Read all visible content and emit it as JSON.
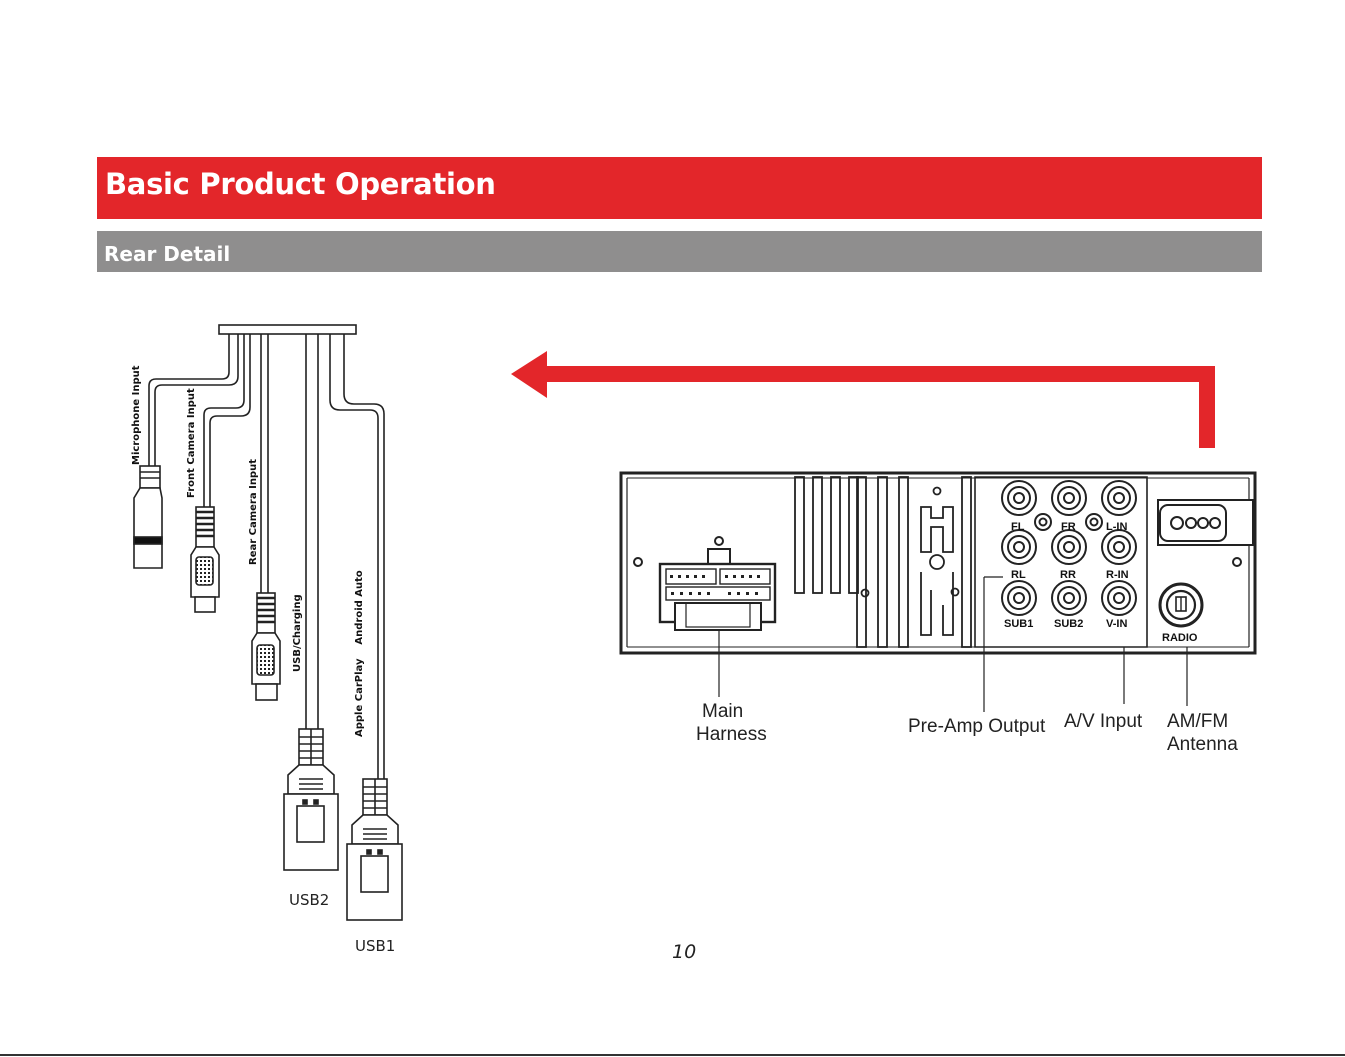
{
  "header": {
    "title": "Basic Product Operation",
    "subtitle": "Rear Detail"
  },
  "cables": {
    "microphone": "Microphone  Input",
    "front_camera": "Front Camera  Input",
    "rear_camera": "Rear Camera  Input",
    "usb_charging": "USB/Charging",
    "carplay": "Apple CarPlay    Android Auto",
    "usb2": "USB2",
    "usb1": "USB1"
  },
  "panel": {
    "rca_top": [
      "FL",
      "FR",
      "L-IN"
    ],
    "rca_mid": [
      "RL",
      "RR",
      "R-IN"
    ],
    "rca_bot": [
      "SUB1",
      "SUB2",
      "V-IN"
    ],
    "radio": "RADIO"
  },
  "callouts": {
    "main_harness_1": "Main",
    "main_harness_2": "Harness",
    "preamp": "Pre-Amp Output",
    "av_input": "A/V Input",
    "amfm_1": "AM/FM",
    "amfm_2": "Antenna"
  },
  "colors": {
    "accent": "#e3262a",
    "subheader": "#8f8e8e"
  },
  "page_number": "10"
}
